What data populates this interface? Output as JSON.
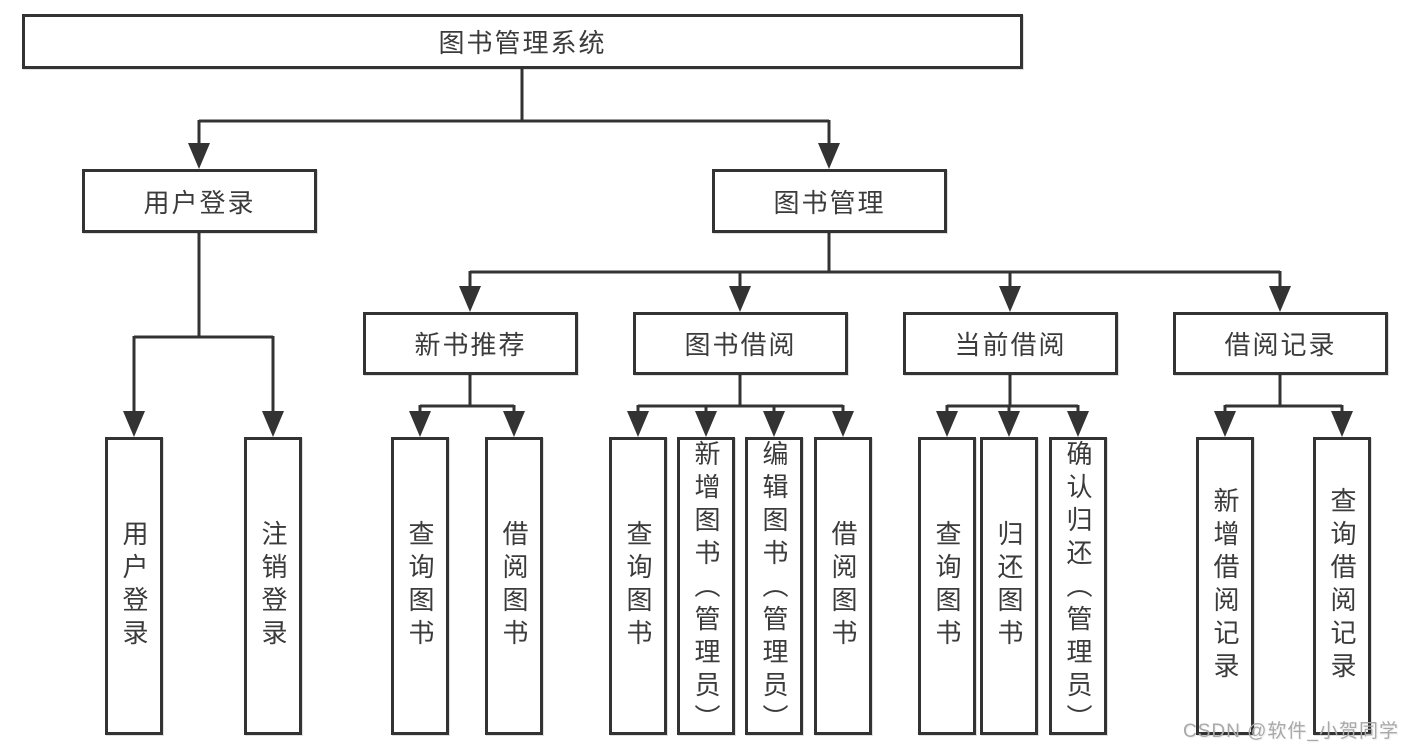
{
  "diagram": {
    "root": {
      "label": "图书管理系统"
    },
    "branches": [
      {
        "label": "用户登录",
        "children": [
          {
            "label": "用户登录"
          },
          {
            "label": "注销登录"
          }
        ]
      },
      {
        "label": "图书管理",
        "children": [
          {
            "label": "新书推荐",
            "children": [
              {
                "label": "查询图书"
              },
              {
                "label": "借阅图书"
              }
            ]
          },
          {
            "label": "图书借阅",
            "children": [
              {
                "label": "查询图书"
              },
              {
                "label": "新增图书（管理员）"
              },
              {
                "label": "编辑图书（管理员）"
              },
              {
                "label": "借阅图书"
              }
            ]
          },
          {
            "label": "当前借阅",
            "children": [
              {
                "label": "查询图书"
              },
              {
                "label": "归还图书"
              },
              {
                "label": "确认归还（管理员）"
              }
            ]
          },
          {
            "label": "借阅记录",
            "children": [
              {
                "label": "新增借阅记录"
              },
              {
                "label": "查询借阅记录"
              }
            ]
          }
        ]
      }
    ]
  },
  "watermark": {
    "text": "CSDN @软件_小贺同学"
  },
  "colors": {
    "line": "#333333",
    "text": "#3b3b3b",
    "box_background": "#ffffff",
    "watermark": "#a9a9a9"
  }
}
